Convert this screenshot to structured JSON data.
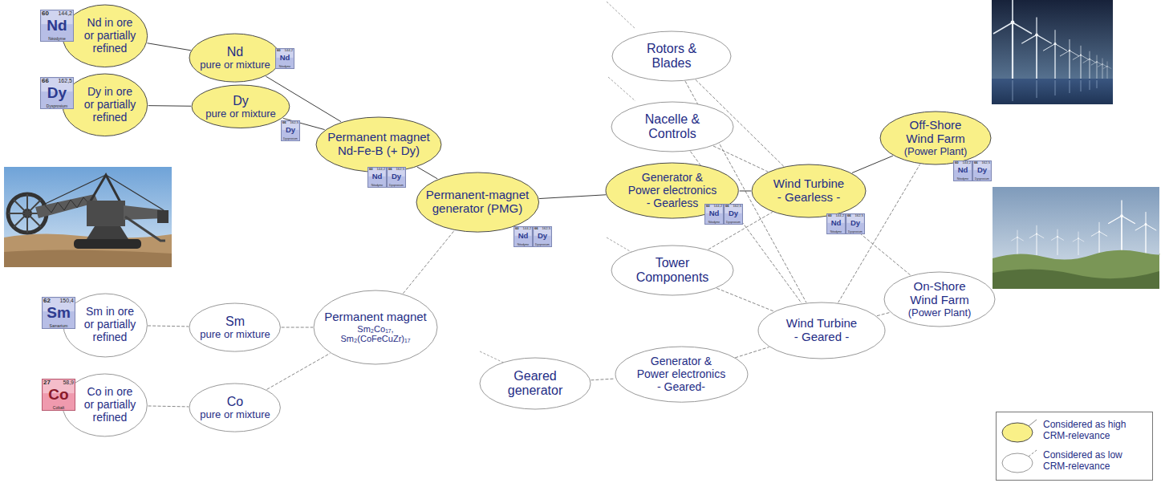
{
  "diagram": {
    "nodes": [
      {
        "text": [
          "Nd in ore or partially refined"
        ]
      },
      {
        "text": [
          "60",
          "144,2",
          "Nd",
          "Néodyme"
        ]
      },
      {
        "text": [
          "Nd",
          "pure or mixture"
        ]
      },
      {
        "text": [
          "60",
          "144,2",
          "Nd",
          "Néodyme"
        ]
      },
      {
        "text": [
          "Dy in ore or partially refined"
        ]
      },
      {
        "text": [
          "66",
          "162,5",
          "Dy",
          "Dysprosium"
        ]
      },
      {
        "text": [
          "Dy",
          "pure or mixture"
        ]
      },
      {
        "text": [
          "66",
          "162,5",
          "Dy",
          "Dysprosium"
        ]
      },
      {
        "text": [
          "Permanent magnet Nd-Fe-B (+ Dy)"
        ]
      },
      {
        "text": [
          "60",
          "144,2",
          "Nd",
          "Néodyme"
        ]
      },
      {
        "text": [
          "66",
          "162,5",
          "Dy",
          "Dysprosium"
        ]
      },
      {
        "text": [
          "Permanent-magnet generator (PMG)"
        ]
      },
      {
        "text": [
          "60",
          "144,2",
          "Nd",
          "Néodyme"
        ]
      },
      {
        "text": [
          "66",
          "162,5",
          "Dy",
          "Dysprosium"
        ]
      },
      {
        "text": [
          "Generator & Power electronics - Gearless"
        ]
      },
      {
        "text": [
          "60",
          "144,2",
          "Nd",
          "Néodyme"
        ]
      },
      {
        "text": [
          "66",
          "162,5",
          "Dy",
          "Dysprosium"
        ]
      },
      {
        "text": [
          "Wind Turbine - Gearless -"
        ]
      },
      {
        "text": [
          "60",
          "144,2",
          "Nd",
          "Néodyme"
        ]
      },
      {
        "text": [
          "66",
          "162,5",
          "Dy",
          "Dysprosium"
        ]
      },
      {
        "text": [
          "Off-Shore Wind Farm",
          "(Power Plant)"
        ]
      },
      {
        "text": [
          "60",
          "144,2",
          "Nd",
          "Néodyme"
        ]
      },
      {
        "text": [
          "66",
          "162,5",
          "Dy",
          "Dysprosium"
        ]
      },
      {
        "text": [
          "On-Shore Wind Farm",
          "(Power Plant)"
        ]
      },
      {
        "text": [
          "Rotors & Blades"
        ]
      },
      {
        "text": [
          "Nacelle & Controls"
        ]
      },
      {
        "text": [
          "Tower Components"
        ]
      },
      {
        "text": [
          "Wind Turbine - Geared -"
        ]
      },
      {
        "text": [
          "Generator & Power electronics - Geared-"
        ]
      },
      {
        "text": [
          "Geared generator"
        ]
      },
      {
        "text": [
          "Sm in ore or partially refined"
        ]
      },
      {
        "text": [
          "62",
          "150,4",
          "Sm",
          "Samarium"
        ]
      },
      {
        "text": [
          "Sm",
          "pure or mixture"
        ]
      },
      {
        "text": [
          "Permanent magnet",
          "Sm₂Co₁₇, Sm₂(CoFeCuZr)₁₇"
        ]
      },
      {
        "text": [
          "Co in ore or partially refined"
        ]
      },
      {
        "text": [
          "27",
          "58,9",
          "Co",
          "Cobalt"
        ]
      },
      {
        "text": [
          "Co",
          "pure or mixture"
        ]
      }
    ],
    "edges": [
      {
        "from": 0,
        "to": 2,
        "arrow": "none"
      },
      {
        "from": 2,
        "to": 8,
        "arrow": "none"
      },
      {
        "from": 4,
        "to": 6,
        "arrow": "none"
      },
      {
        "from": 6,
        "to": 8,
        "arrow": "none"
      },
      {
        "from": 8,
        "to": 11,
        "arrow": "none"
      },
      {
        "from": 30,
        "to": 32,
        "arrow": "none"
      },
      {
        "from": 32,
        "to": 33,
        "arrow": "none"
      },
      {
        "from": 34,
        "to": 36,
        "arrow": "none"
      },
      {
        "from": 36,
        "to": 33,
        "arrow": "none"
      },
      {
        "from": 33,
        "to": 11,
        "arrow": "none"
      },
      {
        "from": 11,
        "to": 14,
        "arrow": "none"
      },
      {
        "from": 29,
        "to": 28,
        "arrow": "none"
      },
      {
        "from": 24,
        "to": 17,
        "arrow": "none"
      },
      {
        "from": 24,
        "to": 27,
        "arrow": "none"
      },
      {
        "from": 25,
        "to": 17,
        "arrow": "none"
      },
      {
        "from": 25,
        "to": 27,
        "arrow": "none"
      },
      {
        "from": 26,
        "to": 17,
        "arrow": "none"
      },
      {
        "from": 26,
        "to": 27,
        "arrow": "none"
      },
      {
        "from": 14,
        "to": 17,
        "arrow": "none"
      },
      {
        "from": 28,
        "to": 27,
        "arrow": "none"
      },
      {
        "from": 17,
        "to": 20,
        "arrow": "none"
      },
      {
        "from": 17,
        "to": 23,
        "arrow": "none"
      },
      {
        "from": 27,
        "to": 20,
        "arrow": "none"
      },
      {
        "from": 27,
        "to": 23,
        "arrow": "none"
      }
    ],
    "legend": [
      {
        "text": "Considered as high CRM-relevance",
        "color": "#f9f088"
      },
      {
        "text": "Considered as low CRM-relevance"
      }
    ]
  }
}
